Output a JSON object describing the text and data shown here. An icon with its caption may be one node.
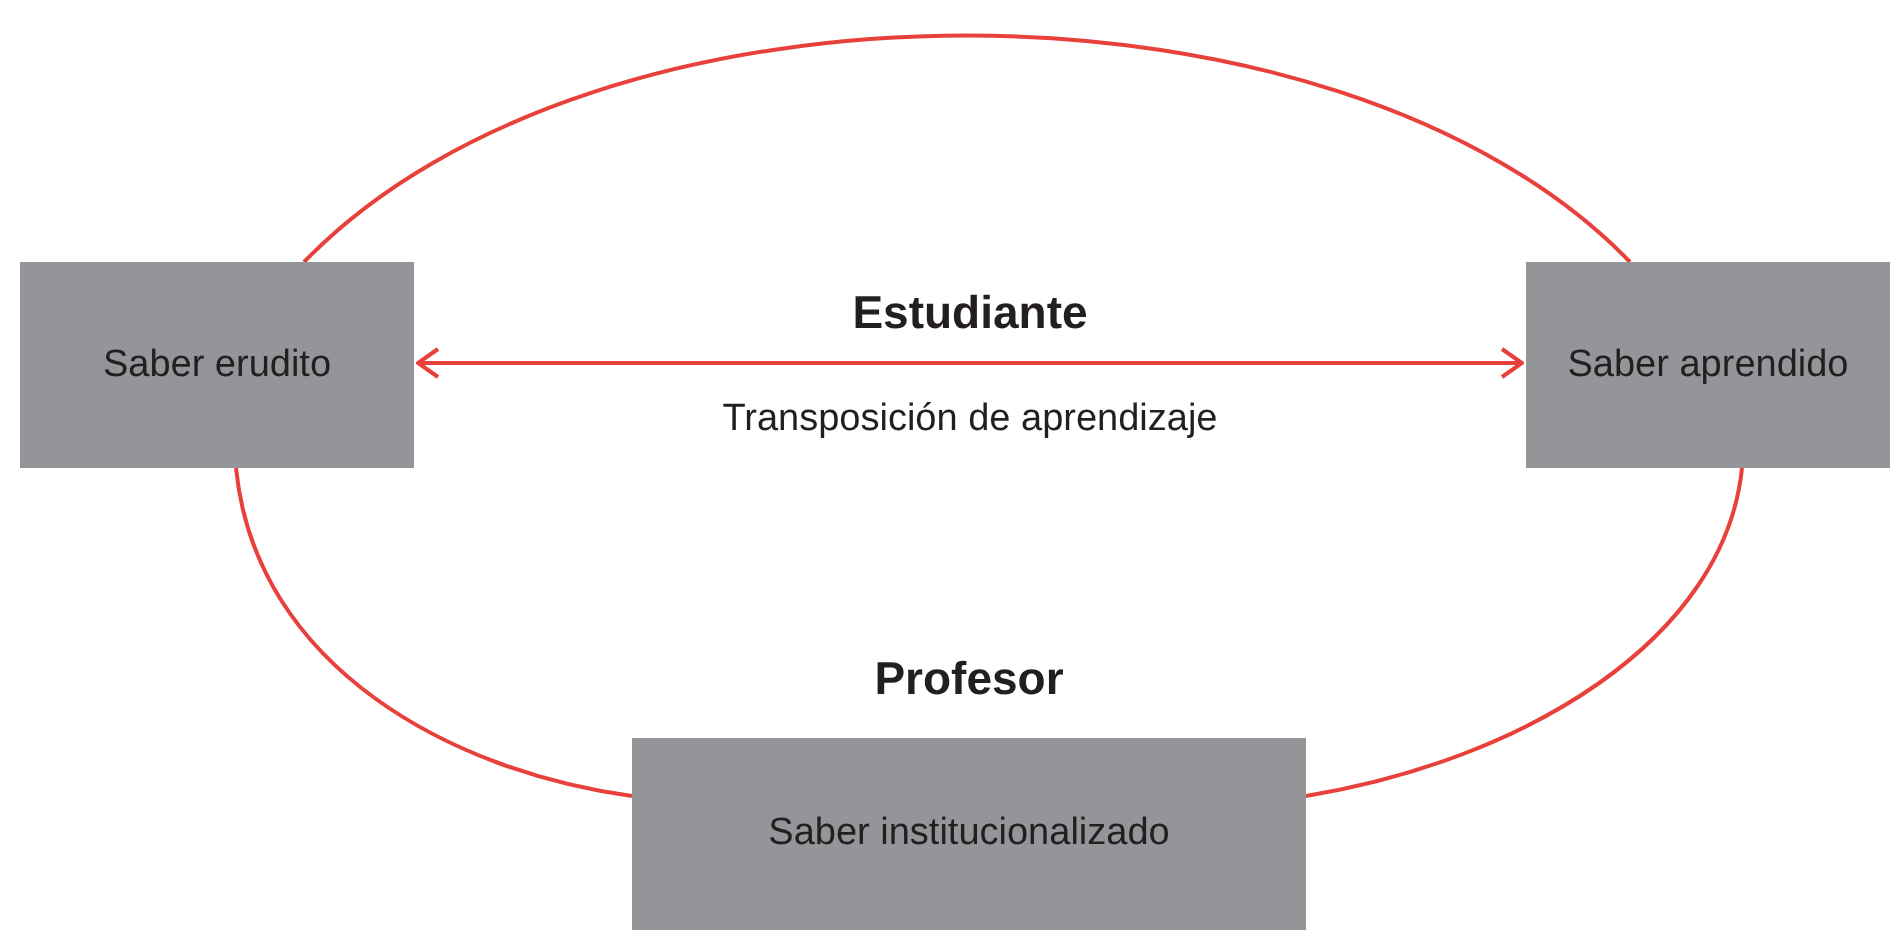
{
  "diagram": {
    "nodes": [
      {
        "text": [
          "Saber erudito"
        ]
      },
      {
        "text": [
          "Saber aprendido"
        ]
      },
      {
        "text": [
          "Profesor",
          "Saber institucionalizado"
        ]
      }
    ],
    "edges": [
      {
        "from": 0,
        "to": 1,
        "arrow": "none"
      },
      {
        "from": 0,
        "to": 2,
        "arrow": "none"
      },
      {
        "from": 2,
        "to": 1,
        "arrow": "none"
      },
      {
        "from": 0,
        "to": 1,
        "arrow": "both",
        "label": "Transposición de aprendizaje"
      }
    ],
    "labels": [
      "Estudiante"
    ]
  }
}
